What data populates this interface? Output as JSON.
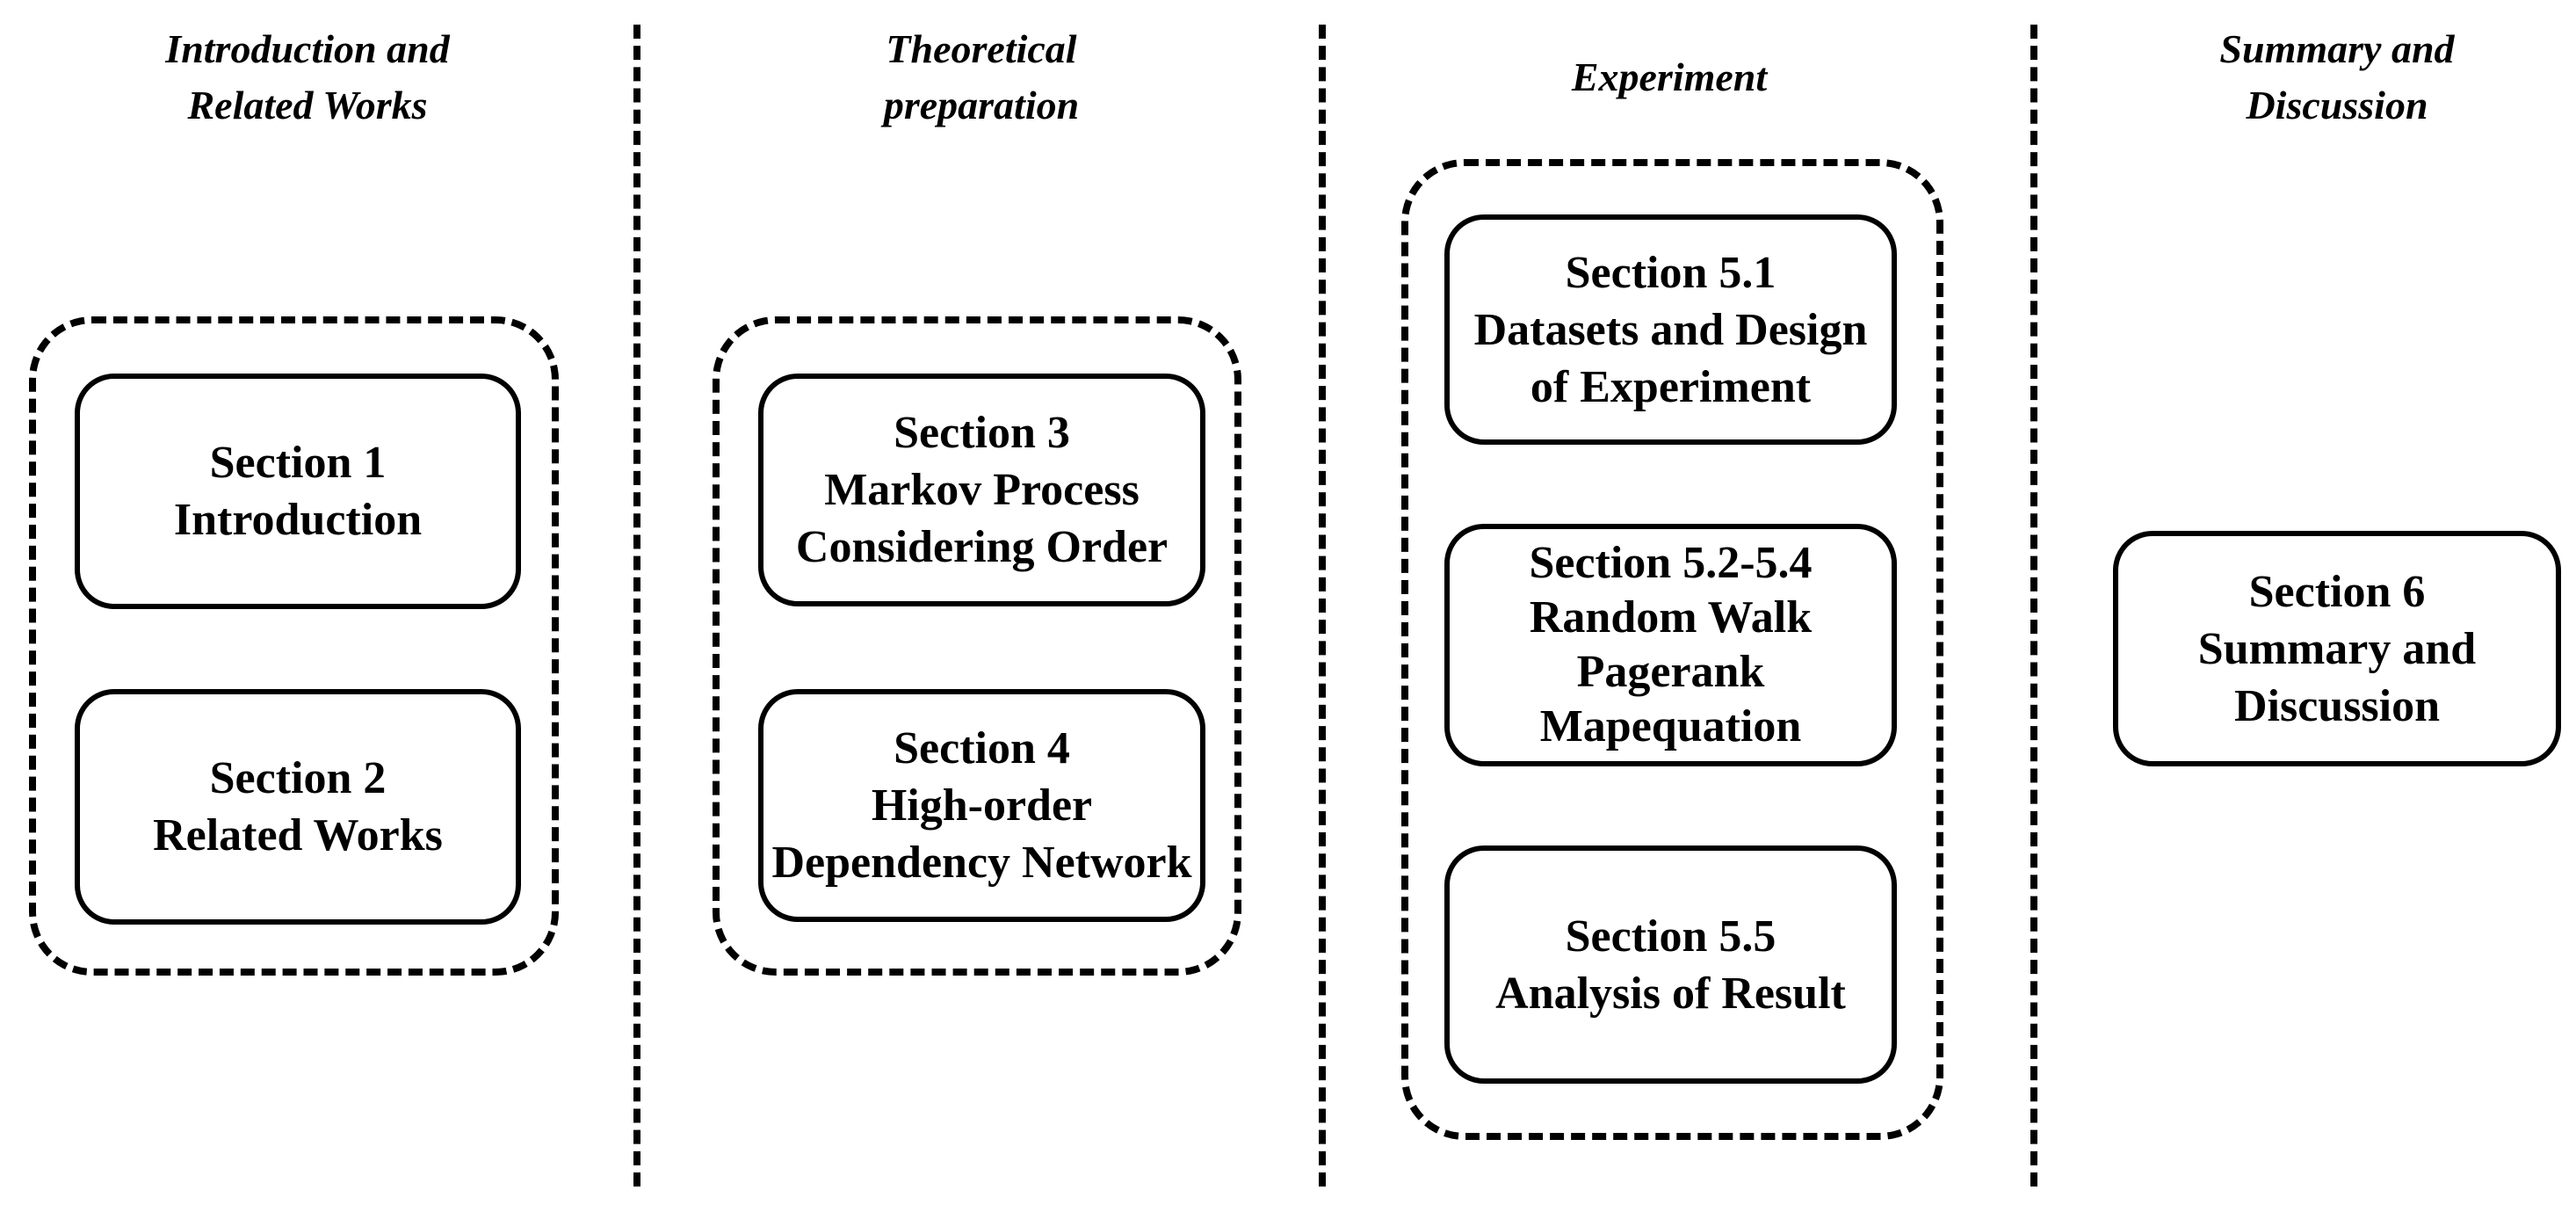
{
  "figure": {
    "type": "paper-structure-diagram",
    "colors": {
      "foreground": "#000000",
      "background": "#ffffff"
    }
  },
  "columns": [
    {
      "header_lines": [
        "Introduction and",
        "Related Works"
      ],
      "grouped": true,
      "boxes": [
        {
          "lines": [
            "Section 1",
            "Introduction"
          ]
        },
        {
          "lines": [
            "Section 2",
            "Related Works"
          ]
        }
      ]
    },
    {
      "header_lines": [
        "Theoretical",
        "preparation"
      ],
      "grouped": true,
      "boxes": [
        {
          "lines": [
            "Section 3",
            "Markov Process",
            "Considering Order"
          ]
        },
        {
          "lines": [
            "Section 4",
            "High-order",
            "Dependency Network"
          ]
        }
      ]
    },
    {
      "header_lines": [
        "Experiment"
      ],
      "grouped": true,
      "boxes": [
        {
          "lines": [
            "Section 5.1",
            "Datasets and Design",
            "of Experiment"
          ]
        },
        {
          "lines": [
            "Section 5.2-5.4",
            "Random Walk",
            "Pagerank",
            "Mapequation"
          ]
        },
        {
          "lines": [
            "Section 5.5",
            "Analysis of Result"
          ]
        }
      ]
    },
    {
      "header_lines": [
        "Summary and",
        "Discussion"
      ],
      "grouped": false,
      "boxes": [
        {
          "lines": [
            "Section 6",
            "Summary and",
            "Discussion"
          ]
        }
      ]
    }
  ]
}
